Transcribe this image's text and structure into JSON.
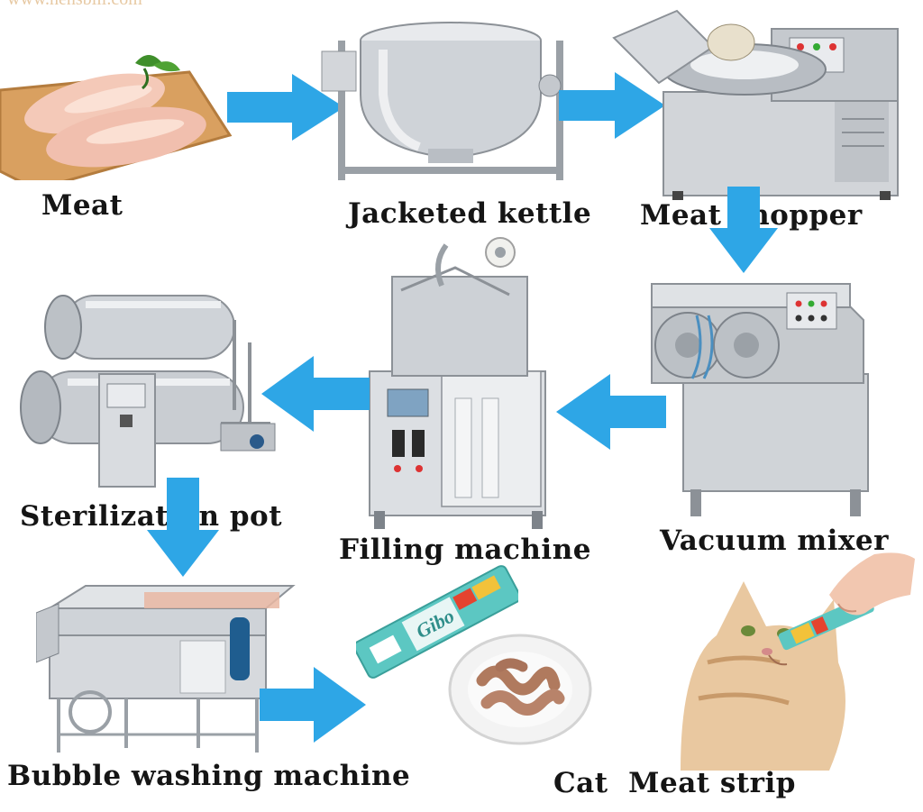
{
  "watermark": "www.hensbill.com",
  "steps": {
    "meat": "Meat",
    "kettle": "Jacketed kettle",
    "chopper": "Meat chopper",
    "mixer": "Vacuum mixer",
    "filling": "Filling machine",
    "sterilization": "Sterilization pot",
    "washing": "Bubble washing machine",
    "cat_strip": "Cat  Meat strip"
  },
  "package_text": "Gibo",
  "colors": {
    "arrow": "#2ea6e6",
    "steel": "#c9ccd1",
    "label": "#151515"
  }
}
